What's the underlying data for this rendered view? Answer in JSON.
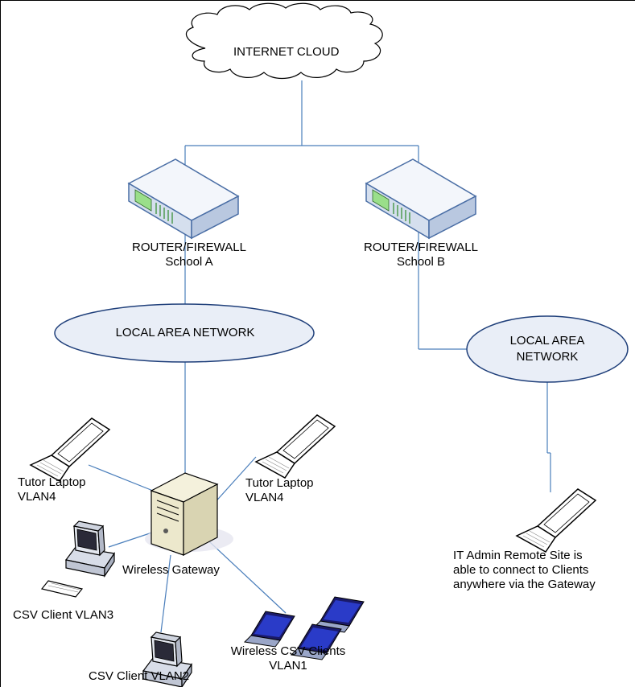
{
  "labels": {
    "cloud": "INTERNET CLOUD",
    "router_a": "ROUTER/FIREWALL",
    "router_a_sub": "School A",
    "router_b": "ROUTER/FIREWALL",
    "router_b_sub": "School B",
    "lan_a": "LOCAL AREA NETWORK",
    "lan_b_1": "LOCAL AREA",
    "lan_b_2": "NETWORK",
    "tutor_left_1": "Tutor Laptop",
    "tutor_left_2": "VLAN4",
    "tutor_right_1": "Tutor Laptop",
    "tutor_right_2": "VLAN4",
    "gateway": "Wireless Gateway",
    "csv3": "CSV Client VLAN3",
    "csv2": "CSV Client VLAN2",
    "wireless_1": "Wireless CSV Clients",
    "wireless_2": "VLAN1",
    "admin_1": "IT Admin Remote Site is",
    "admin_2": "able to connect to Clients",
    "admin_3": "anywhere via the Gateway"
  },
  "colors": {
    "link_line": "#4a7ebb",
    "ellipse_fill": "#e9eef7",
    "ellipse_stroke": "#1f3f7a",
    "device_fill": "#e6ebf4",
    "device_stroke": "#4a6ea5",
    "laptop_screen": "#2a3bc8"
  }
}
